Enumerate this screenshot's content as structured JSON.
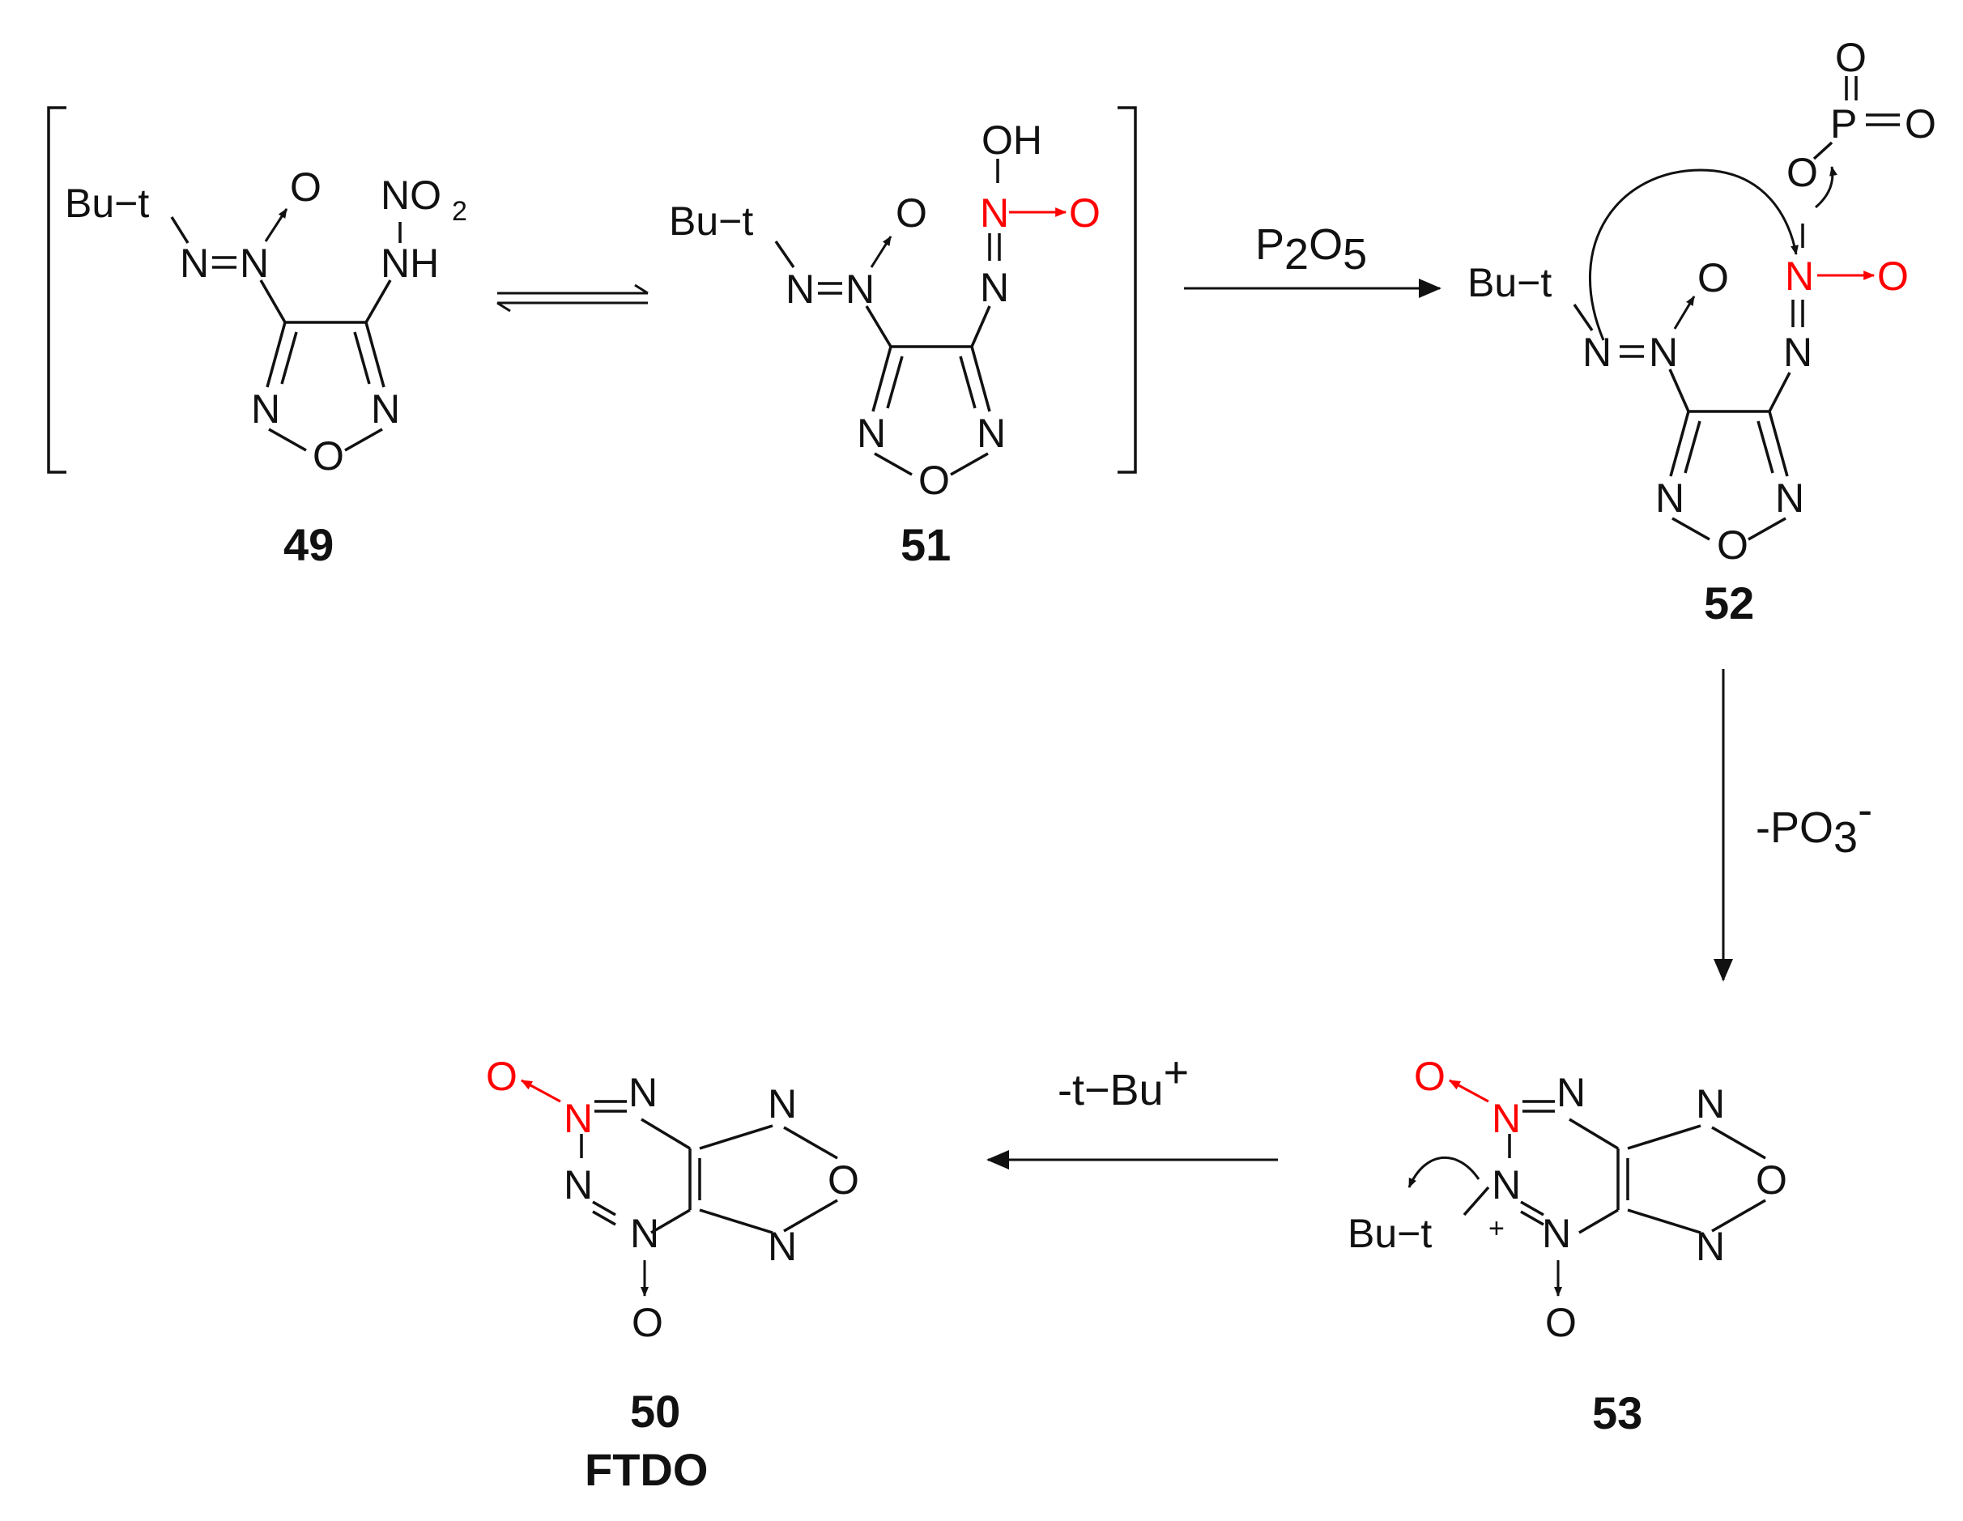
{
  "scheme": {
    "compounds": [
      {
        "number": "49",
        "name": ""
      },
      {
        "number": "51",
        "name": ""
      },
      {
        "number": "52",
        "name": ""
      },
      {
        "number": "53",
        "name": ""
      },
      {
        "number": "50",
        "name": "FTDO"
      }
    ],
    "conditions": {
      "step_51_52": {
        "base": "P",
        "sub1": "2",
        "mid": "O",
        "sub2": "5"
      },
      "step_52_53": {
        "base": "-PO",
        "sub": "3",
        "sup": "-"
      },
      "step_53_50": {
        "base": "-t−Bu",
        "sup": "+"
      }
    },
    "atoms": {
      "but": "Bu−t",
      "O": "O",
      "N": "N",
      "P": "P",
      "OH": "OH",
      "NH": "NH",
      "NO": "NO",
      "sub2": "2",
      "plus": "+"
    },
    "colors": {
      "highlight": "#ff0000",
      "ink": "#111111"
    }
  }
}
